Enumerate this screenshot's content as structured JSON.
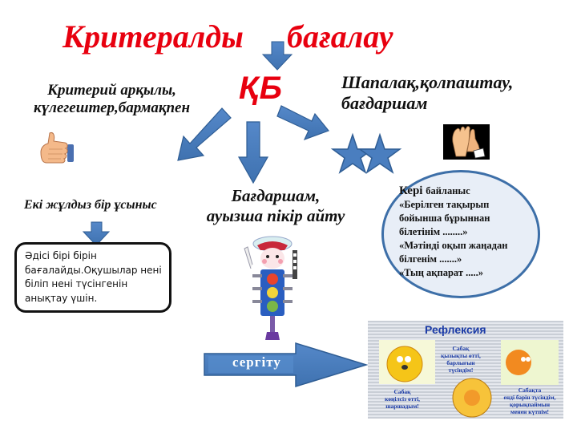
{
  "slide": {
    "title_part1": "Критералды",
    "title_part2": "бағалау",
    "center_label": "ҚБ",
    "branches": {
      "criteria": {
        "line1": "Критерий арқылы,",
        "line2": "күлегештер,бармақпен",
        "icon": "thumbs-up-icon"
      },
      "clapping": {
        "line1": "Шапалақ,қолпаштау,",
        "line2": "бағдаршам",
        "icon": "clapping-hands-icon"
      },
      "traffic_light": {
        "line1": "Бағдаршам,",
        "line2": "ауызша пікір айту",
        "icon": "traffic-light-character-icon"
      },
      "two_stars": {
        "label": "Екі жұлдыз бір ұсыныс",
        "icon": "two-stars-icon"
      }
    },
    "method_box": {
      "lines": [
        "Әдісі бірі  бірін",
        "бағалайды.Оқушылар нені",
        "біліп нені түсінгенін",
        "анықтау үшін."
      ]
    },
    "feedback": {
      "heading_big": "Кері",
      "heading_small": "байланыс",
      "lines": [
        "«Берілген тақырып",
        "бойынша бұрыннан",
        "білетінім ........»",
        "«Мәтінді оқып жаңадан",
        "білгенім .......»",
        "«Тың ақпарат .....»"
      ]
    },
    "sergitu_arrow": {
      "label": "сергіту"
    },
    "reflection": {
      "title": "Рефлексия",
      "top_center": [
        "Сабақ",
        "қызықты өтті,",
        "барлығын",
        "түсіндім!"
      ],
      "bottom_left": [
        "Сабақ",
        "көңілсіз өтті,",
        "шаршадым!"
      ],
      "bottom_right": [
        "Сабақта",
        "енді бәрін түсіндім,",
        "қорықпаймын",
        "менен күтпім!"
      ]
    },
    "colors": {
      "title_red": "#e8000f",
      "arrow_blue": "#4a7ebf",
      "arrow_border": "#2f5d94",
      "ellipse_fill": "#e8eef7"
    }
  }
}
